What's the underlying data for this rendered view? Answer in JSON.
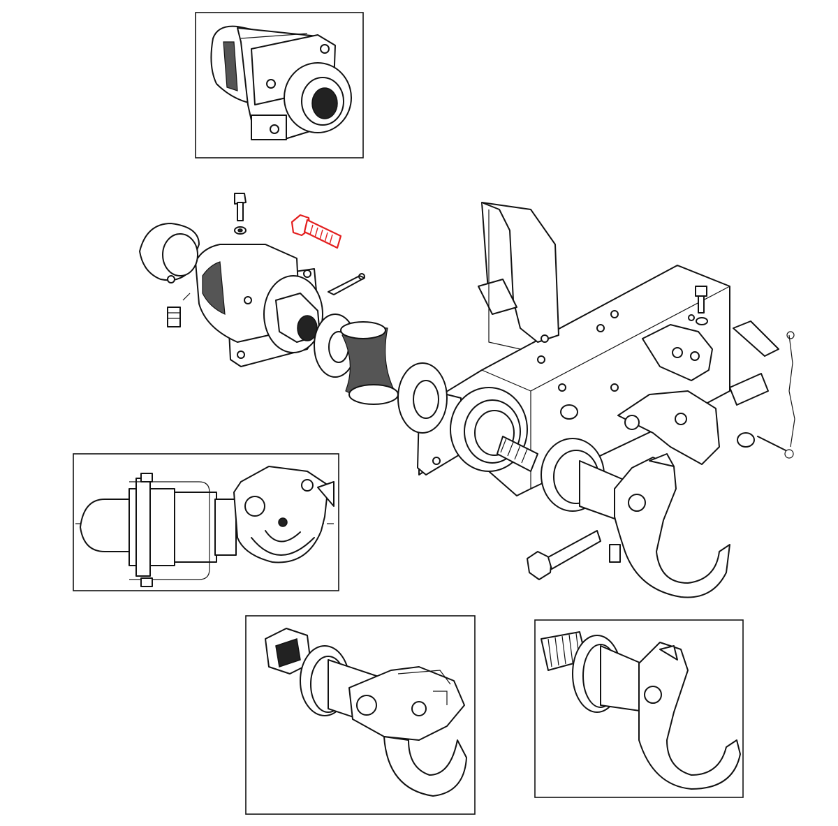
{
  "diagram": {
    "highlight_color": "#e31e1e",
    "line_color": "#111111",
    "background": "#ffffff",
    "highlighted_part": "hex-bolt",
    "insets": [
      {
        "id": "inset-housing",
        "depicts": "flanged-housing"
      },
      {
        "id": "inset-side-view",
        "depicts": "assembled-coupling-side-view"
      },
      {
        "id": "inset-hook-with-latch",
        "depicts": "tow-hook-with-latch"
      },
      {
        "id": "inset-hook-plain",
        "depicts": "tow-hook-plain"
      }
    ]
  }
}
